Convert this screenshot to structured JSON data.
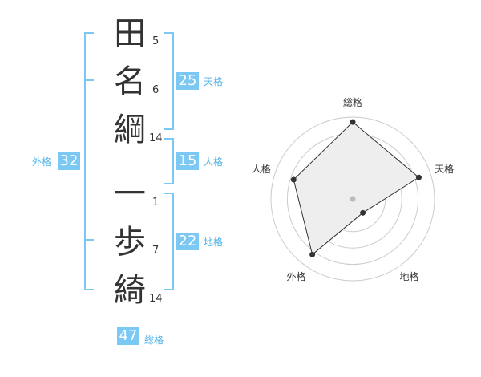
{
  "name": {
    "surname": [
      "田",
      "名",
      "綱"
    ],
    "given": [
      "一",
      "歩",
      "綺"
    ],
    "surname_strokes": [
      "5",
      "6",
      "14"
    ],
    "given_strokes": [
      "1",
      "7",
      "14"
    ]
  },
  "fortune": {
    "tenkaku": {
      "label": "天格",
      "value": "25"
    },
    "jinkaku": {
      "label": "人格",
      "value": "15"
    },
    "chikaku": {
      "label": "地格",
      "value": "22"
    },
    "gaikaku": {
      "label": "外格",
      "value": "32"
    },
    "soukaku": {
      "label": "総格",
      "value": "47"
    }
  },
  "radar": {
    "axes": [
      "総格",
      "天格",
      "地格",
      "外格",
      "人格"
    ],
    "levels": 5,
    "values": [
      0.94,
      0.85,
      0.21,
      0.84,
      0.76
    ],
    "colors": {
      "ring": "#cccccc",
      "fill": "#eeeeee",
      "line": "#333333",
      "center": "#bbbbbb"
    }
  },
  "colors": {
    "accent": "#7cc8f5",
    "accent_text": "#4db1ea",
    "text": "#333333"
  }
}
